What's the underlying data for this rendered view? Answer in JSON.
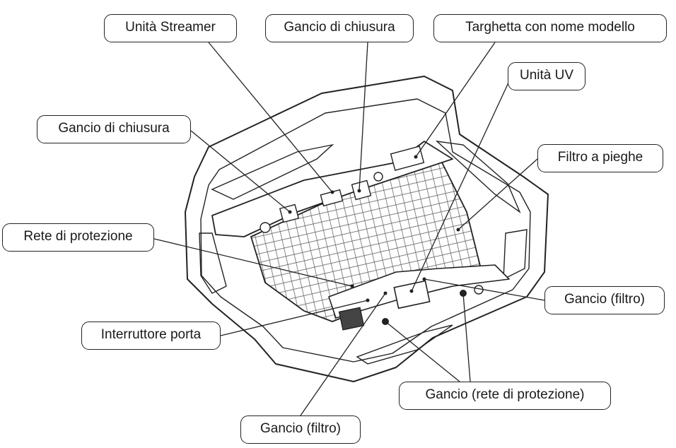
{
  "labels": {
    "streamer_unit": "Unità Streamer",
    "closing_hook_top": "Gancio di chiusura",
    "model_nameplate": "Targhetta con nome modello",
    "uv_unit": "Unità UV",
    "closing_hook_left": "Gancio di chiusura",
    "pleated_filter": "Filtro a pieghe",
    "protection_net": "Rete di protezione",
    "hook_filter_right": "Gancio (filtro)",
    "door_switch": "Interruttore porta",
    "hook_protection_net": "Gancio (rete di protezione)",
    "hook_filter_bottom": "Gancio (filtro)"
  },
  "colors": {
    "line": "#222222",
    "background": "#ffffff"
  }
}
